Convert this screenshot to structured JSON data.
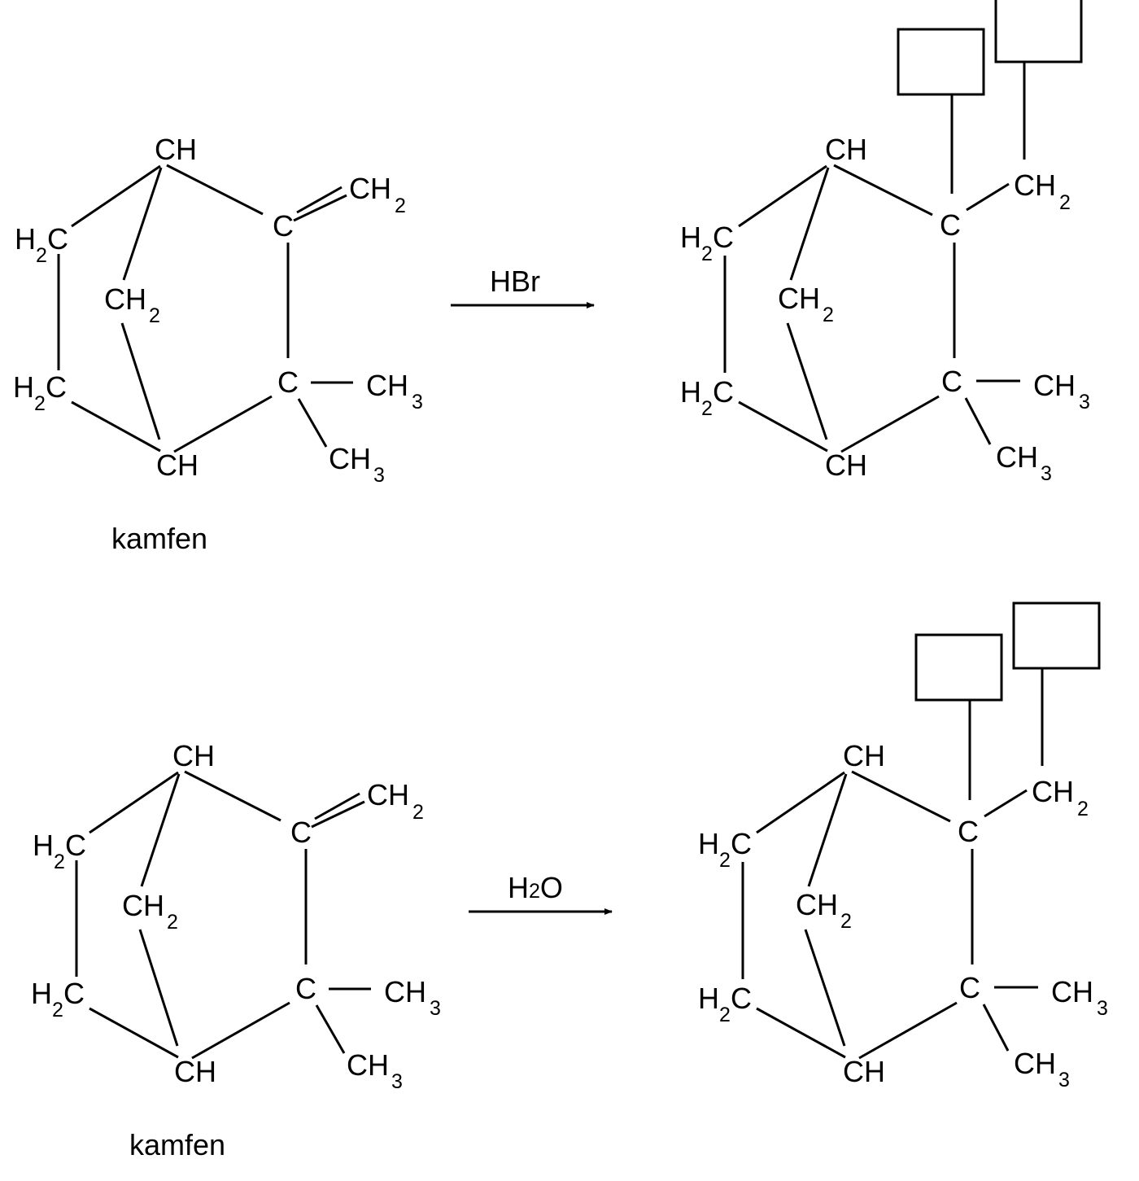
{
  "atoms": {
    "ch": "CH",
    "h2c_h": "H",
    "h2c_2": "2",
    "h2c_c": "C",
    "ch2_ch": "CH",
    "ch2_2": "2",
    "c": "C",
    "ch3_ch": "CH",
    "ch3_3": "3"
  },
  "reaction1": {
    "reagent": "HBr",
    "reactant_caption": "kamfen"
  },
  "reaction2": {
    "reagent_h": "H",
    "reagent_2": "2",
    "reagent_o": "O",
    "reactant_caption": "kamfen"
  },
  "answer_boxes": [
    "",
    "",
    "",
    ""
  ]
}
